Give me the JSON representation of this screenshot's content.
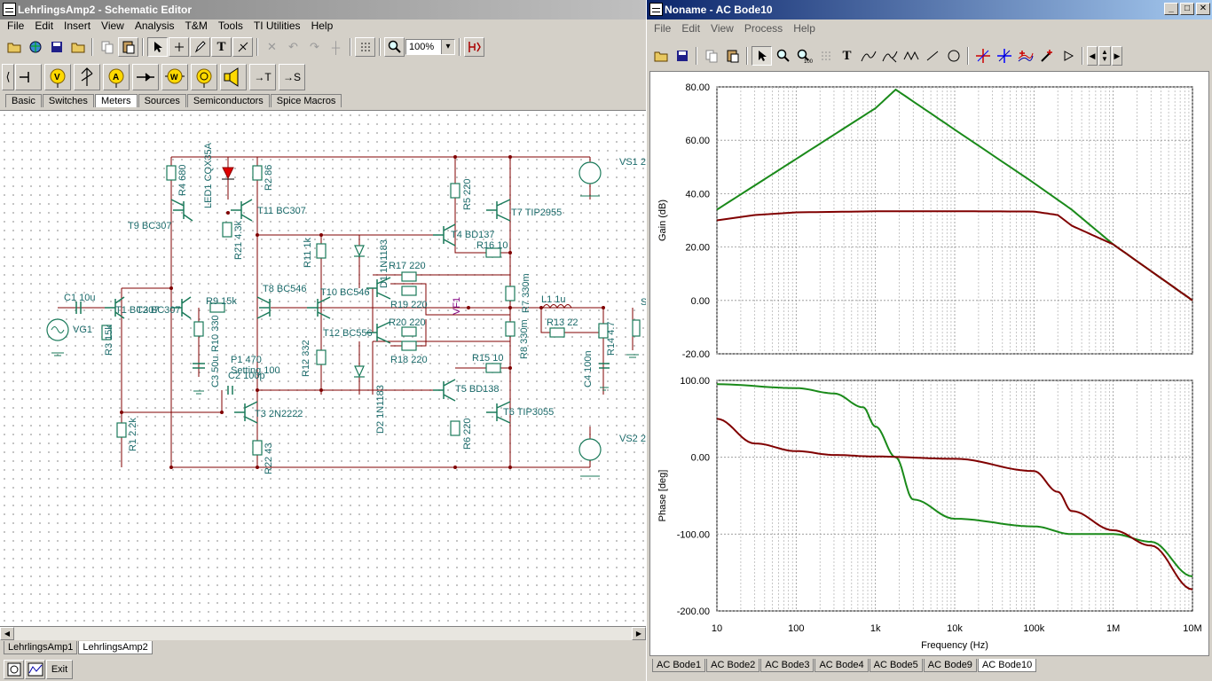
{
  "schematic": {
    "title": "LehrlingsAmp2 - Schematic Editor",
    "menu": [
      "File",
      "Edit",
      "Insert",
      "View",
      "Analysis",
      "T&M",
      "Tools",
      "TI Utilities",
      "Help"
    ],
    "zoom": "100%",
    "component_tabs": [
      "Basic",
      "Switches",
      "Meters",
      "Sources",
      "Semiconductors",
      "Spice Macros"
    ],
    "active_component_tab": "Meters",
    "component_buttons": [
      "→T",
      "→S"
    ],
    "doc_tabs": [
      "LehrlingsAmp1",
      "LehrlingsAmp2"
    ],
    "exit_label": "Exit",
    "labels": {
      "r4": "R4 680",
      "led1": "LED1 CQX35A",
      "r2": "R2 86",
      "r5": "R5 220",
      "t7": "T7 TIP2955",
      "vs1": "VS1 2",
      "t9": "T9 BC307",
      "t11": "T11 BC307",
      "r21": "R21 4.3k",
      "r11": "R11 1k",
      "d1": "D1 1N1183",
      "t4": "T4 BD137",
      "r16": "R16 10",
      "r17": "R17 220",
      "t8": "T8 BC546",
      "t10": "T10 BC546",
      "c1": "C1 10u",
      "t1": "T1 BC307",
      "t2": "T2 BC307",
      "r9": "R9 15k",
      "r19": "R19 220",
      "vf1": "VF1",
      "r7": "R7 330m",
      "l1": "L1 1u",
      "vg1": "VG1",
      "r3": "R3 15k",
      "r10": "R10 330",
      "r20": "R20 220",
      "r13": "R13 22",
      "t12": "T12 BC556",
      "r14": "R14 4.7",
      "c3": "C3 50u",
      "p1": "P1 470",
      "setting": "Setting 100",
      "r12": "R12 332",
      "r18": "R18 220",
      "r8": "R8 330m",
      "c4": "C4 100n",
      "c2": "C2 100p",
      "r15": "R15 10",
      "t5": "T5 BD138",
      "t3": "T3 2N2222",
      "d2": "D2 1N1183",
      "t6": "T6 TIP3055",
      "r1": "R1 2.2k",
      "r6": "R6 220",
      "vs2": "VS2 2",
      "r22": "R22 43",
      "s": "S"
    }
  },
  "bode": {
    "title": "Noname - AC Bode10",
    "menu": [
      "File",
      "Edit",
      "View",
      "Process",
      "Help"
    ],
    "tabs": [
      "AC Bode1",
      "AC Bode2",
      "AC Bode3",
      "AC Bode4",
      "AC Bode5",
      "AC Bode9",
      "AC Bode10"
    ],
    "active_tab": "AC Bode10",
    "colors": {
      "series_green": "#1a8a1a",
      "series_darkred": "#800000"
    }
  },
  "chart_data": [
    {
      "type": "line",
      "title": "",
      "xlabel": "Frequency (Hz)",
      "ylabel": "Gain (dB)",
      "x_scale": "log",
      "xlim": [
        10,
        10000000
      ],
      "ylim": [
        -20,
        80
      ],
      "x_ticks": [
        "10",
        "100",
        "1k",
        "10k",
        "100k",
        "1M",
        "10M"
      ],
      "y_ticks": [
        "80.00",
        "60.00",
        "40.00",
        "20.00",
        "0.00",
        "-20.00"
      ],
      "grid": true,
      "series": [
        {
          "color": "#1a8a1a",
          "x": [
            10,
            100,
            1000,
            1800,
            10000,
            100000,
            300000,
            1000000,
            10000000
          ],
          "y": [
            34,
            53,
            72,
            79,
            64,
            44,
            34,
            21,
            0
          ]
        },
        {
          "color": "#800000",
          "x": [
            10,
            30,
            100,
            1000,
            10000,
            100000,
            200000,
            300000,
            1000000,
            10000000
          ],
          "y": [
            30,
            32,
            33,
            33.4,
            33.4,
            33.3,
            32,
            28,
            21,
            0
          ]
        }
      ]
    },
    {
      "type": "line",
      "title": "",
      "xlabel": "Frequency (Hz)",
      "ylabel": "Phase [deg]",
      "x_scale": "log",
      "xlim": [
        10,
        10000000
      ],
      "ylim": [
        -200,
        100
      ],
      "x_ticks": [
        "10",
        "100",
        "1k",
        "10k",
        "100k",
        "1M",
        "10M"
      ],
      "y_ticks": [
        "100.00",
        "0.00",
        "-100.00",
        "-200.00"
      ],
      "grid": true,
      "series": [
        {
          "color": "#1a8a1a",
          "x": [
            10,
            100,
            300,
            700,
            1000,
            1800,
            3000,
            10000,
            100000,
            300000,
            1000000,
            3000000,
            10000000
          ],
          "y": [
            95,
            90,
            83,
            65,
            40,
            0,
            -55,
            -80,
            -90,
            -100,
            -100,
            -110,
            -155
          ]
        },
        {
          "color": "#800000",
          "x": [
            10,
            30,
            100,
            300,
            1000,
            10000,
            100000,
            200000,
            300000,
            1000000,
            3000000,
            10000000
          ],
          "y": [
            50,
            18,
            8,
            3,
            1,
            -2,
            -18,
            -45,
            -70,
            -95,
            -115,
            -172
          ]
        }
      ]
    }
  ]
}
